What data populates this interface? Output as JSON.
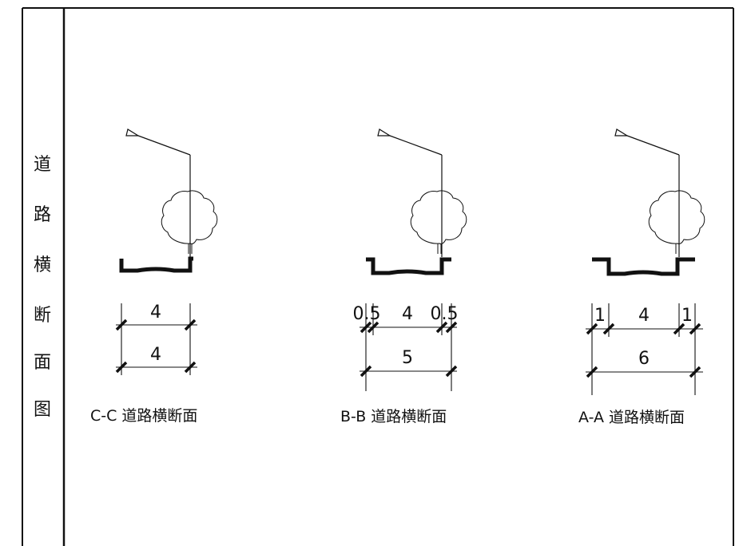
{
  "sidebar": {
    "title_chars": [
      "道",
      "路",
      "横",
      "断",
      "面",
      "图"
    ]
  },
  "sections": [
    {
      "id": "C-C",
      "caption": "C-C 道路横断面",
      "dims_top": [
        "4"
      ],
      "dims_bottom": [
        "4"
      ]
    },
    {
      "id": "B-B",
      "caption": "B-B 道路横断面",
      "dims_top": [
        "0.5",
        "4",
        "0.5"
      ],
      "dims_bottom": [
        "5"
      ]
    },
    {
      "id": "A-A",
      "caption": "A-A 道路横断面",
      "dims_top": [
        "1",
        "4",
        "1"
      ],
      "dims_bottom": [
        "6"
      ]
    }
  ],
  "colors": {
    "line": "#111111",
    "background": "#ffffff"
  }
}
